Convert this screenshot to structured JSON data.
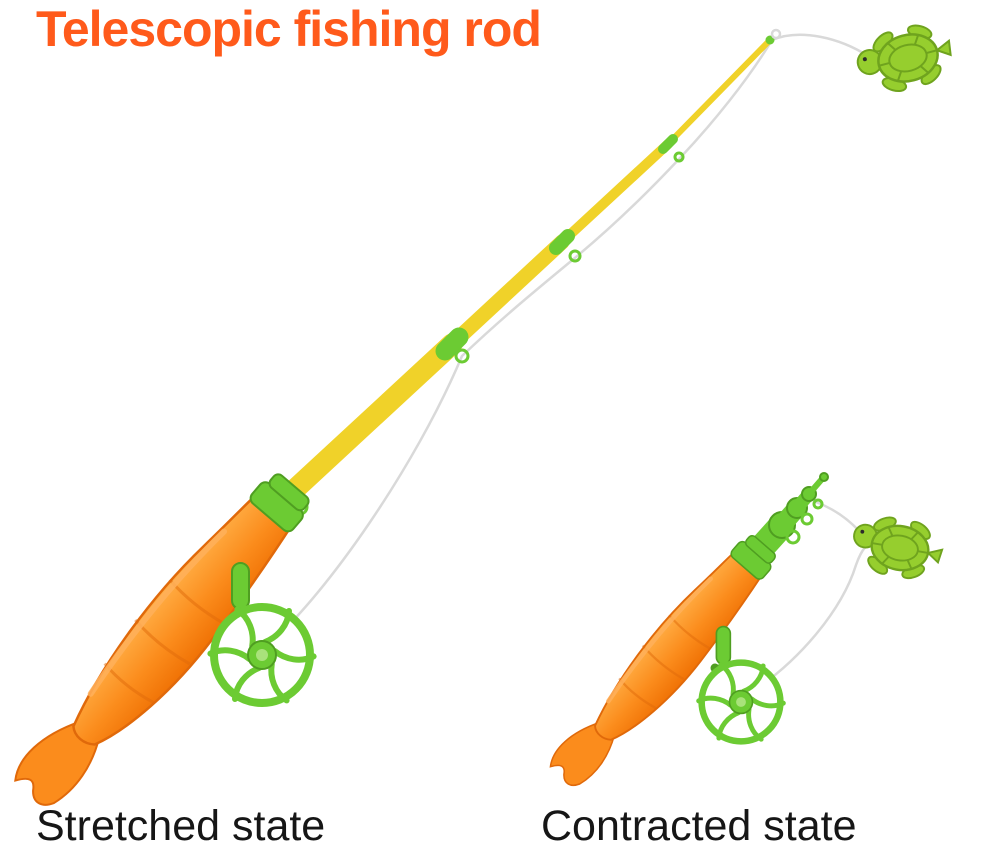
{
  "title": {
    "text": "Telescopic fishing rod"
  },
  "captions": {
    "stretched": "Stretched state",
    "contracted": "Contracted state"
  },
  "colors": {
    "background": "#FFFFFF",
    "title-orange": "#FF5A1B",
    "caption-black": "#161616",
    "handle-orange": "#FB8C1C",
    "handle-orange-dark": "#E0690A",
    "handle-orange-light": "#FFB05A",
    "rod-yellow": "#F0D229",
    "toy-green": "#6CCB33",
    "toy-green-dark": "#4F9E21",
    "toy-green-light": "#A9E27B",
    "turtle-green": "#96CE2E",
    "turtle-green-dark": "#6FA31E",
    "line-gray": "#D9D9D9"
  },
  "scene": {
    "stretched_rod": "telescopic-fishing-rod-extended",
    "contracted_rod": "telescopic-fishing-rod-collapsed",
    "bait": "turtle-toy"
  }
}
